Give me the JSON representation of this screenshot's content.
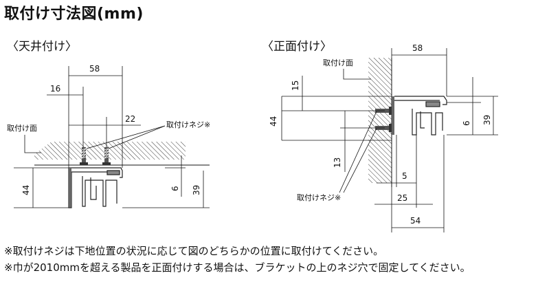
{
  "title": "取付け寸法図(mm)",
  "ceiling_mount": {
    "label": "〈天井付け〉",
    "surface_label": "取付け面",
    "screw_label": "取付けネジ※",
    "dimensions": {
      "width_58": "58",
      "d16": "16",
      "d22": "22",
      "h44": "44",
      "h6": "6",
      "h39": "39"
    }
  },
  "front_mount": {
    "label": "〈正面付け〉",
    "surface_label": "取付け面",
    "screw_label": "取付けネジ※",
    "dimensions": {
      "width_58": "58",
      "h15": "15",
      "h44": "44",
      "h13": "13",
      "h6": "6",
      "h39": "39",
      "w5": "5",
      "w25": "25",
      "w54": "54"
    }
  },
  "notes": [
    "※取付けネジは下地位置の状況に応じて図のどちらかの位置に取付けてください。",
    "※巾が2010mmを超える製品を正面付けする場合は、ブラケットの上のネジ穴で固定してください。"
  ]
}
